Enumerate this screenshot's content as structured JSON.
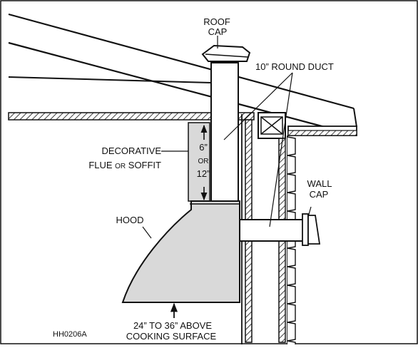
{
  "diagram": {
    "roof_cap": [
      "ROOF",
      "CAP"
    ],
    "duct": "10” ROUND DUCT",
    "soffit_line1": "DECORATIVE",
    "soffit_line2_a": "FLUE ",
    "soffit_line2_or": "OR",
    "soffit_line2_b": " SOFFIT",
    "height_6": "6”",
    "height_or": "OR",
    "height_12": "12”",
    "wall_cap": [
      "WALL",
      "CAP"
    ],
    "hood": "HOOD",
    "above_line1": "24” TO 36” ABOVE",
    "above_line2": "COOKING SURFACE",
    "code": "HH0206A"
  },
  "colors": {
    "line": "#111111",
    "fill_gray": "#d9d9d9",
    "background": "#ffffff"
  }
}
